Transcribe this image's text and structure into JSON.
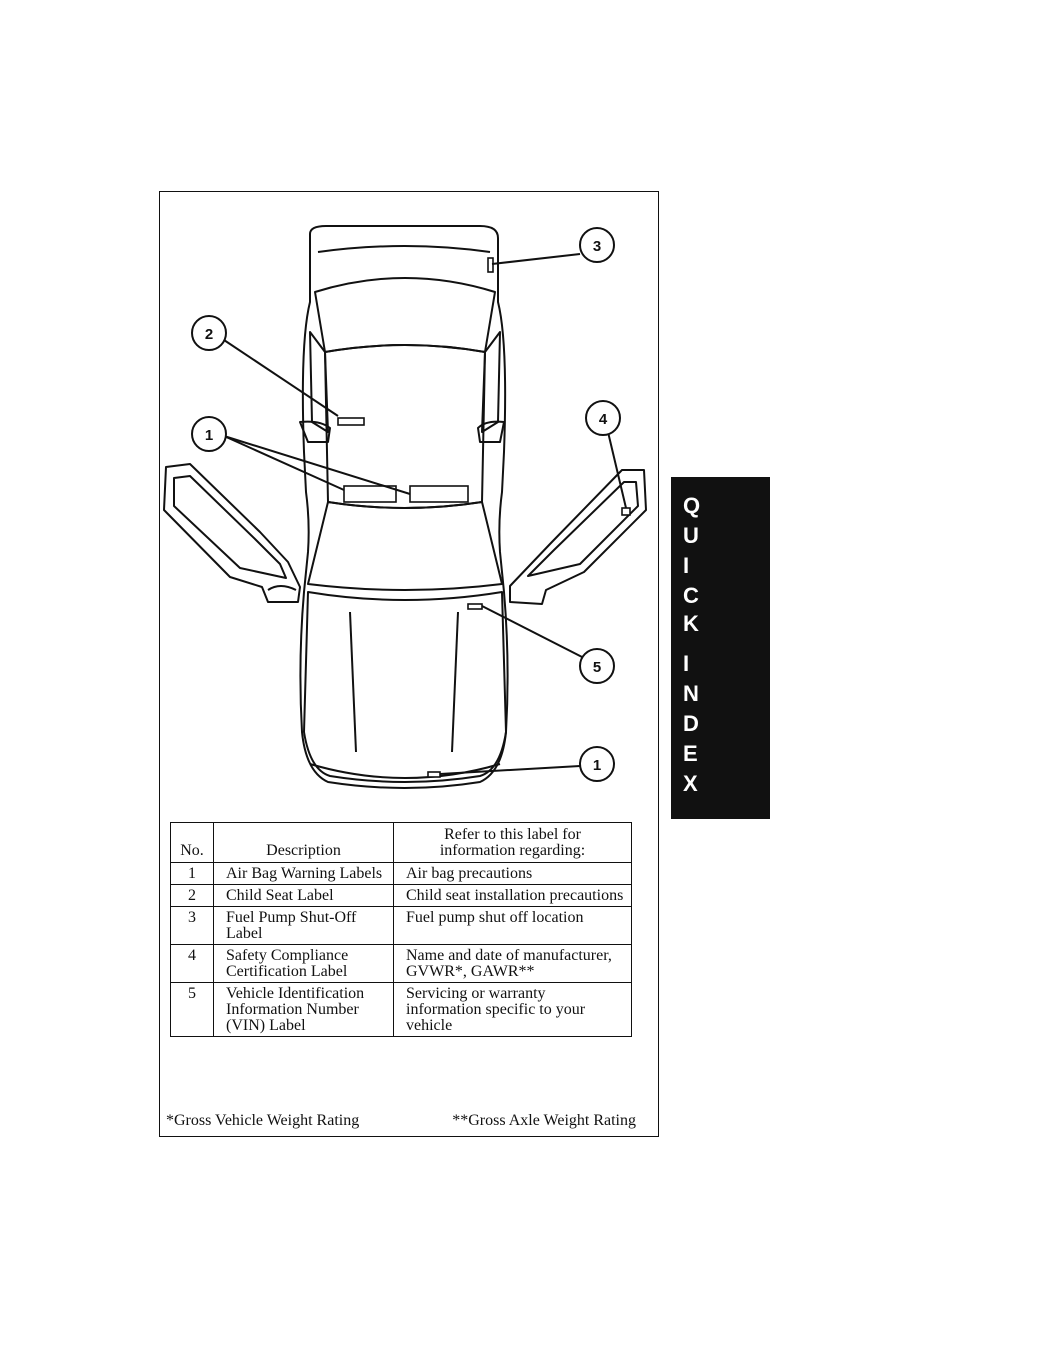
{
  "callouts": [
    "1",
    "2",
    "3",
    "4",
    "5"
  ],
  "table": {
    "headers": {
      "no": "No.",
      "description": "Description",
      "refer_line1": "Refer to this label for",
      "refer_line2": "information regarding:"
    },
    "rows": [
      {
        "no": "1",
        "description": "Air Bag Warning Labels",
        "info": "Air bag precautions"
      },
      {
        "no": "2",
        "description": "Child Seat Label",
        "info": "Child seat installation precautions"
      },
      {
        "no": "3",
        "description": "Fuel Pump Shut-Off Label",
        "info": "Fuel pump shut off location"
      },
      {
        "no": "4",
        "description": "Safety Compliance Certification Label",
        "info": "Name and date of manufacturer, GVWR*, GAWR**"
      },
      {
        "no": "5",
        "description": "Vehicle Identification Information Number (VIN) Label",
        "info": "Servicing or warranty information specific to your vehicle"
      }
    ]
  },
  "footnotes": {
    "gvwr": "*Gross Vehicle Weight Rating",
    "gawr": "**Gross Axle Weight Rating"
  },
  "side_tab": {
    "letters": [
      "Q",
      "U",
      "I",
      "C",
      "K",
      "I",
      "N",
      "D",
      "E",
      "X"
    ]
  }
}
